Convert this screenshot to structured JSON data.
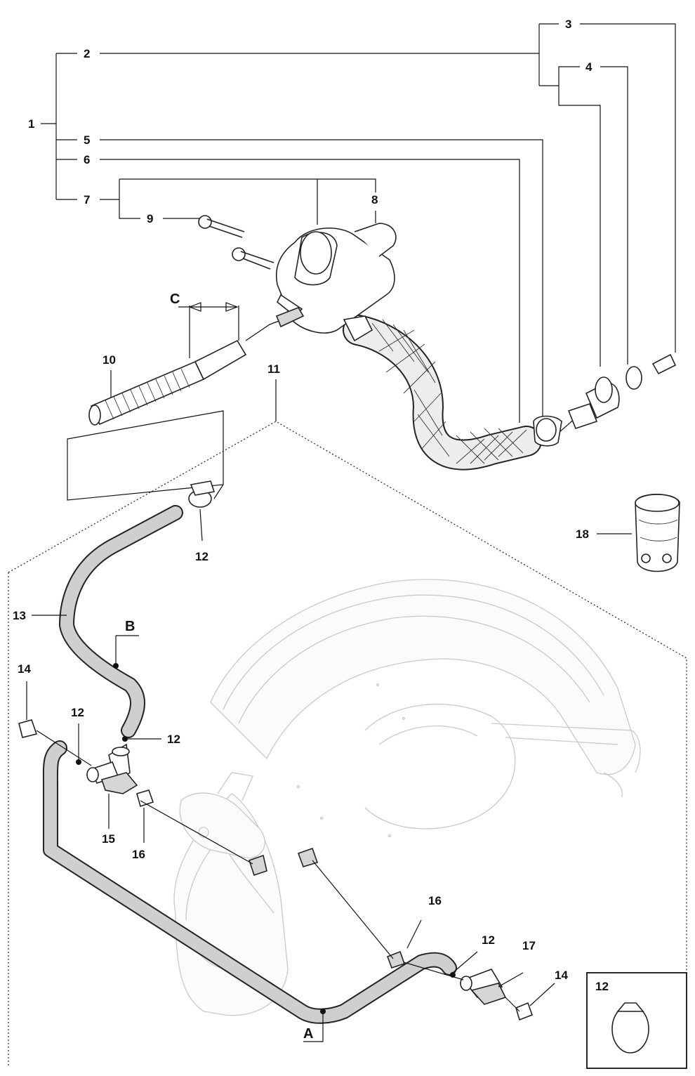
{
  "labels": {
    "l1": "1",
    "l2": "2",
    "l3": "3",
    "l4": "4",
    "l5": "5",
    "l6": "6",
    "l7": "7",
    "l8": "8",
    "l9": "9",
    "l10": "10",
    "l11": "11",
    "l12a": "12",
    "l12b": "12",
    "l12c": "12",
    "l12d": "12",
    "l12e": "12",
    "l13": "13",
    "l14a": "14",
    "l14b": "14",
    "l15": "15",
    "l16a": "16",
    "l16b": "16",
    "l17": "17",
    "l18": "18",
    "A": "A",
    "B": "B",
    "C": "C"
  },
  "colors": {
    "ink": "#111111",
    "outline": "#c9c9c9",
    "hose_fill": "#cfcfcf"
  }
}
